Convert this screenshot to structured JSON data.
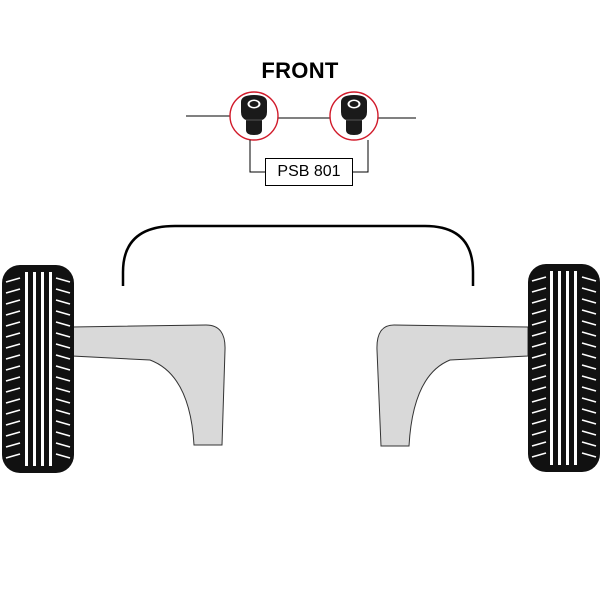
{
  "header": {
    "front_label": "FRONT"
  },
  "callout": {
    "part_number": "PSB 801"
  },
  "bushings": [
    {
      "id": "left-bushing"
    },
    {
      "id": "right-bushing"
    }
  ],
  "colors": {
    "outline": "#000000",
    "highlight_circle": "#d11a2a",
    "arm_fill": "#d9d9d9",
    "tyre": "#111111",
    "background": "#ffffff"
  }
}
